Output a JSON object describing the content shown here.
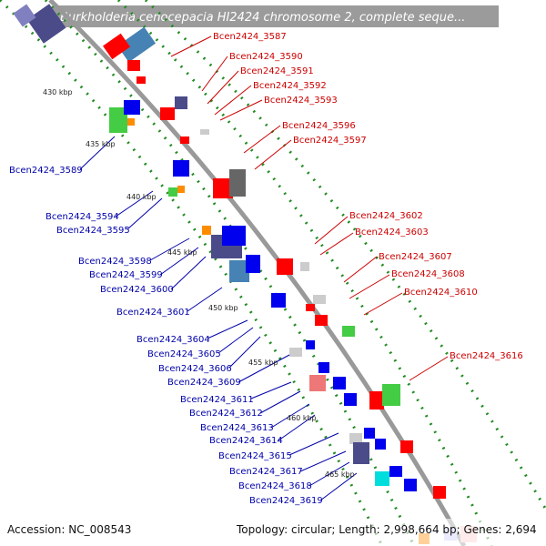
{
  "title": "Burkholderia cenocepacia HI2424 chromosome 2, complete seque...",
  "footer": {
    "accession": "Accession: NC_008543",
    "summary": "Topology: circular; Length: 2,998,664 bp; Genes: 2,694"
  },
  "colors": {
    "red_label": "#cc0000",
    "blue_label": "#0000aa",
    "backbone": "#999999",
    "dots": "#228b22",
    "title_bg": "#8a8a8a"
  },
  "kbp_ticks": [
    "430 kbp",
    "435 kbp",
    "440 kbp",
    "445 kbp",
    "450 kbp",
    "455 kbp",
    "460 kbp",
    "465 kbp"
  ],
  "labels_right": [
    "Bcen2424_3587",
    "Bcen2424_3590",
    "Bcen2424_3591",
    "Bcen2424_3592",
    "Bcen2424_3593",
    "Bcen2424_3596",
    "Bcen2424_3597",
    "Bcen2424_3602",
    "Bcen2424_3603",
    "Bcen2424_3607",
    "Bcen2424_3608",
    "Bcen2424_3610",
    "Bcen2424_3616"
  ],
  "labels_left": [
    "Bcen2424_3589",
    "Bcen2424_3594",
    "Bcen2424_3595",
    "Bcen2424_3598",
    "Bcen2424_3599",
    "Bcen2424_3600",
    "Bcen2424_3601",
    "Bcen2424_3604",
    "Bcen2424_3605",
    "Bcen2424_3606",
    "Bcen2424_3609",
    "Bcen2424_3611",
    "Bcen2424_3612",
    "Bcen2424_3613",
    "Bcen2424_3614",
    "Bcen2424_3615",
    "Bcen2424_3617",
    "Bcen2424_3618",
    "Bcen2424_3619"
  ]
}
